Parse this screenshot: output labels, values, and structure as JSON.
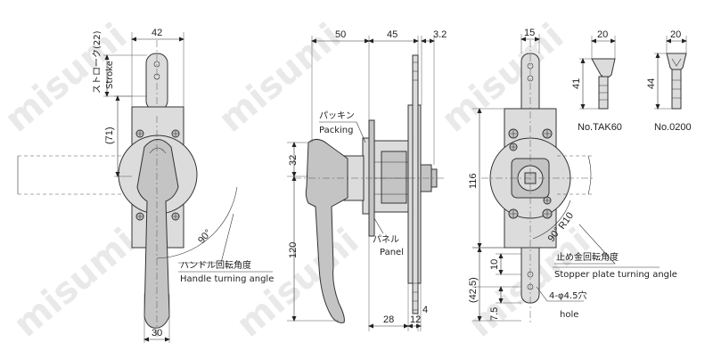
{
  "watermark": "misumi",
  "front_view": {
    "dim_top": "42",
    "dim_bottom": "30",
    "dim_left_71": "(71)",
    "stroke_label_jp": "ストローク(22)",
    "stroke_label_en": "Stroke",
    "angle": "90°",
    "handle_angle_jp": "ハンドル回転角度",
    "handle_angle_en": "Handle turning angle"
  },
  "side_view": {
    "dim_50": "50",
    "dim_45": "45",
    "dim_3_2": "3.2",
    "dim_32": "32",
    "dim_120": "120",
    "dim_28": "28",
    "dim_12": "12",
    "dim_4": "4",
    "packing_jp": "パッキン",
    "packing_en": "Packing",
    "panel_jp": "パネル",
    "panel_en": "Panel"
  },
  "rear_view": {
    "dim_15": "15",
    "dim_116": "116",
    "dim_42_5": "(42.5)",
    "dim_10": "10",
    "dim_7_5": "7.5",
    "r10": "R10",
    "angle": "90°",
    "stopper_jp": "止め金回転角度",
    "stopper_en": "Stopper plate turning angle",
    "hole_jp": "4-φ4.5穴",
    "hole_en": "hole"
  },
  "keys": [
    {
      "name": "No.TAK60",
      "width": "20",
      "height": "41"
    },
    {
      "name": "No.0200",
      "width": "20",
      "height": "44"
    }
  ]
}
